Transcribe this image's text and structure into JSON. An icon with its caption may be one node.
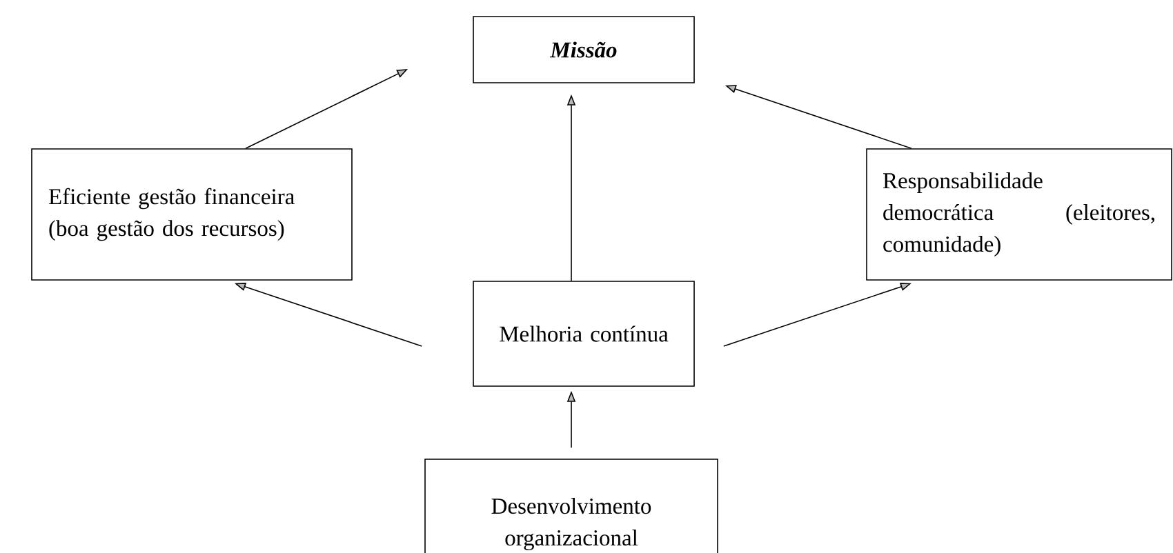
{
  "diagram": {
    "nodes": [
      {
        "text": [
          "Missão"
        ]
      },
      {
        "text": [
          "Eficiente gestão financeira (boa gestão dos recursos)"
        ]
      },
      {
        "text": [
          "Responsabilidade democrática (eleitores, comunidade)"
        ]
      },
      {
        "text": [
          "Melhoria contínua"
        ]
      },
      {
        "text": [
          "Desenvolvimento organizacional"
        ]
      }
    ],
    "edges": [
      {
        "from": 1,
        "to": 0,
        "arrow": "to"
      },
      {
        "from": 3,
        "to": 0,
        "arrow": "to"
      },
      {
        "from": 2,
        "to": 0,
        "arrow": "to"
      },
      {
        "from": 3,
        "to": 1,
        "arrow": "to"
      },
      {
        "from": 3,
        "to": 2,
        "arrow": "to"
      },
      {
        "from": 4,
        "to": 3,
        "arrow": "to"
      }
    ]
  }
}
